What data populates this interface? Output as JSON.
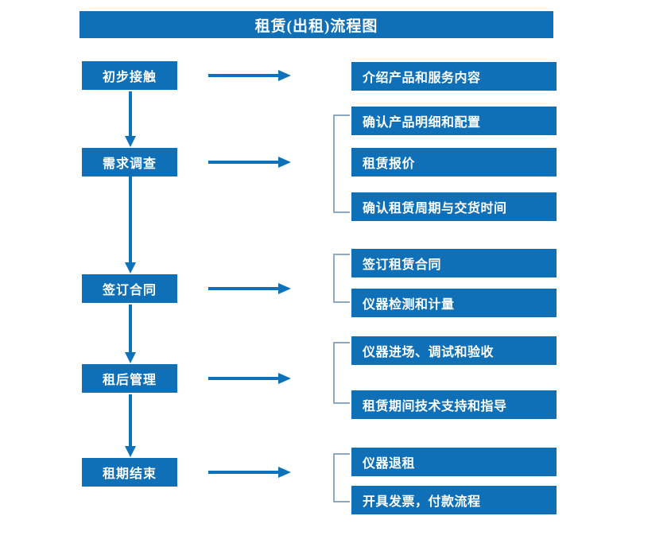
{
  "diagram": {
    "title": "租赁(出租)流程图",
    "colors": {
      "box_fill": "#0f70b7",
      "box_text": "#ffffff",
      "arrow": "#0d72ba",
      "bracket": "#8fa9c4",
      "background": "#ffffff"
    },
    "stages": [
      {
        "label": "初步接触"
      },
      {
        "label": "需求调查"
      },
      {
        "label": "签订合同"
      },
      {
        "label": "租后管理"
      },
      {
        "label": "租期结束"
      }
    ],
    "details": [
      {
        "label": "介绍产品和服务内容"
      },
      {
        "label": "确认产品明细和配置"
      },
      {
        "label": "租赁报价"
      },
      {
        "label": "确认租赁周期与交货时间"
      },
      {
        "label": "签订租赁合同"
      },
      {
        "label": "仪器检测和计量"
      },
      {
        "label": "仪器进场、调试和验收"
      },
      {
        "label": "租赁期间技术支持和指导"
      },
      {
        "label": "仪器退租"
      },
      {
        "label": "开具发票，付款流程"
      }
    ]
  }
}
